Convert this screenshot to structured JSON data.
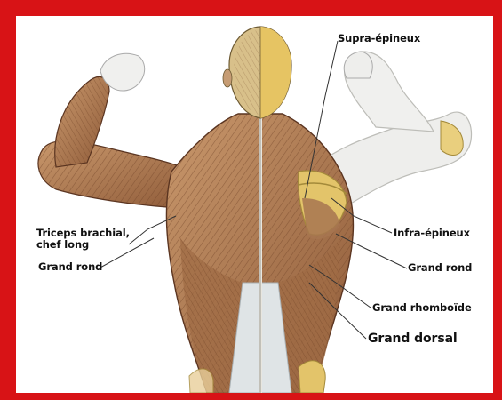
{
  "diagram": {
    "labels": {
      "supra_epineux": "Supra-épineux",
      "triceps": "Triceps brachial,\nchef long",
      "grand_rond_left": "Grand rond",
      "infra_epineux": "Infra-épineux",
      "grand_rond_right": "Grand rond",
      "grand_rhomboide": "Grand rhomboïde",
      "grand_dorsal": "Grand dorsal"
    },
    "colors": {
      "frame": "#d81316",
      "muscle": "#b5825a",
      "muscle_dark": "#7a4a2e",
      "bone": "#e3c46a",
      "tendon": "#dfe4e6",
      "skin": "#f1f1ef"
    }
  }
}
